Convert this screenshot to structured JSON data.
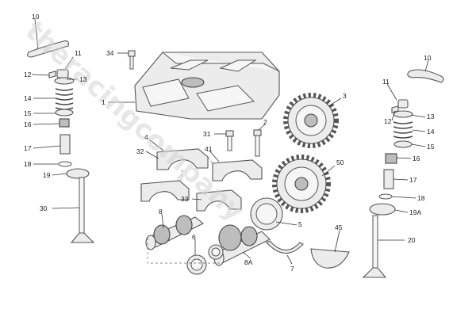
{
  "diagram": {
    "watermark_text": "theracingcompany",
    "callouts": {
      "c1": "1",
      "c2": "2",
      "c3": "3",
      "c4": "4",
      "c5": "5",
      "c6": "6",
      "c7": "7",
      "c8": "8",
      "c8A": "8A",
      "c10L": "10",
      "c10R": "10",
      "c11L": "11",
      "c11R": "11",
      "c12L": "12",
      "c12R": "12",
      "c13L": "13",
      "c13R": "13",
      "c14L": "14",
      "c14R": "14",
      "c15L": "15",
      "c15R": "15",
      "c16L": "16",
      "c16R": "16",
      "c17L": "17",
      "c17R": "17",
      "c18L": "18",
      "c18R": "18",
      "c19": "19",
      "c19A": "19A",
      "c20": "20",
      "c30": "30",
      "c31": "31",
      "c32": "32",
      "c33": "33",
      "c34": "34",
      "c41": "41",
      "c45": "45",
      "c50": "50"
    }
  }
}
